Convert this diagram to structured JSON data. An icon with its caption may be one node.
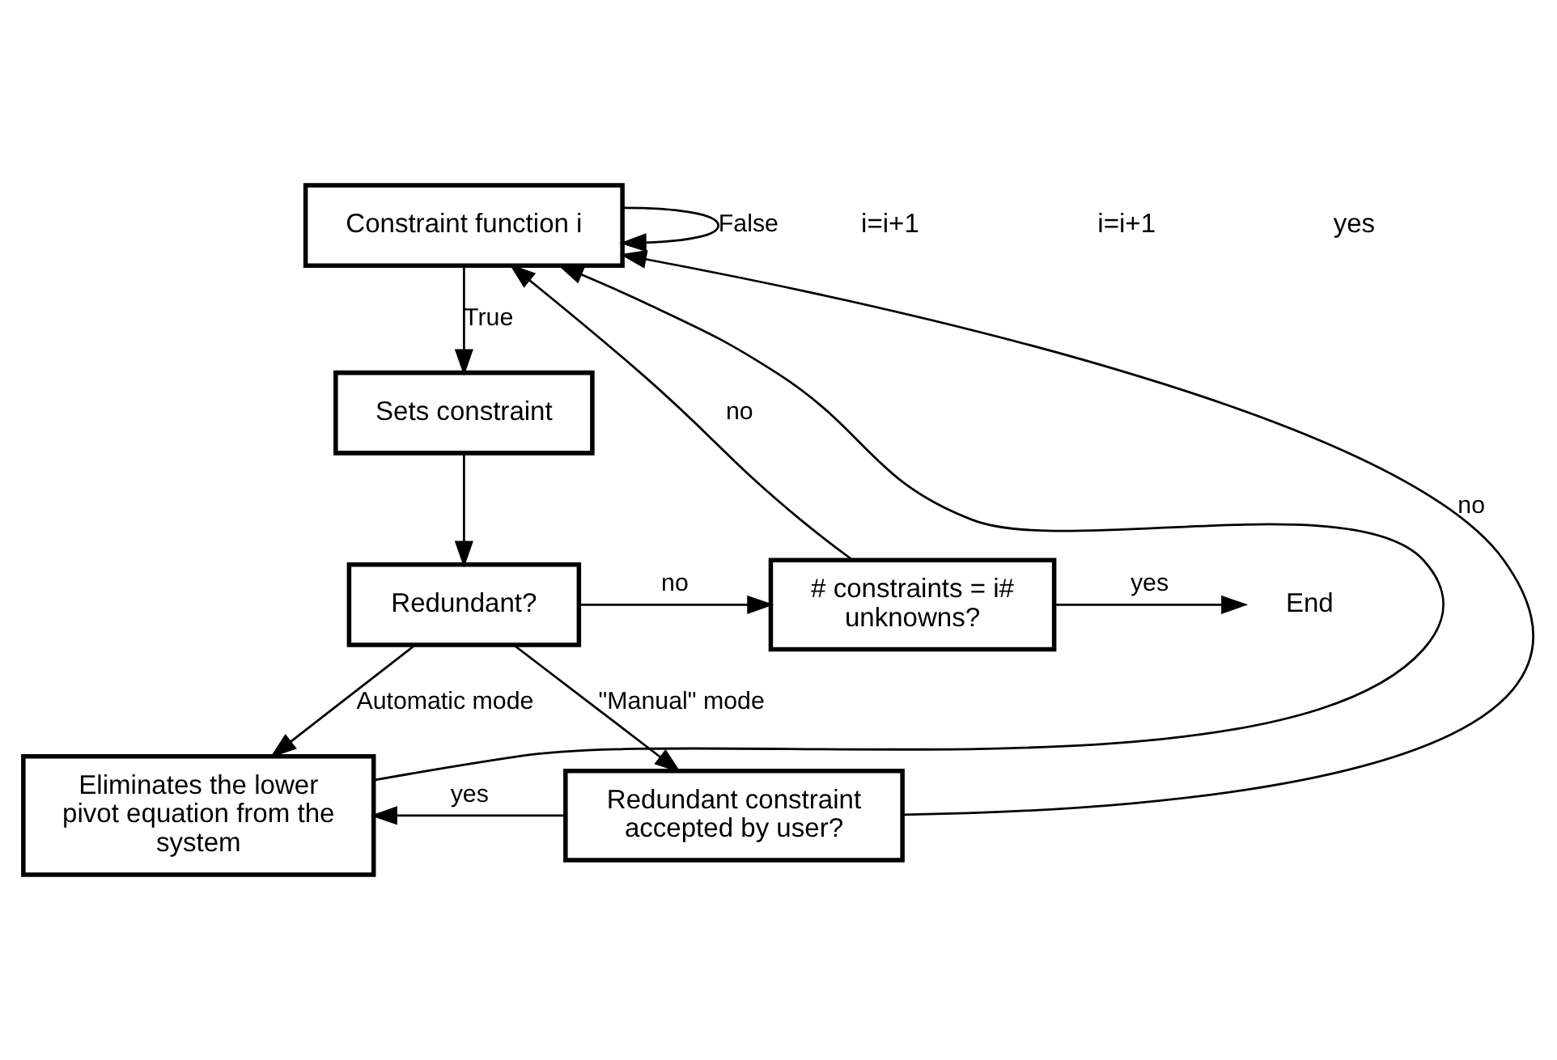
{
  "diagram": {
    "nodes": [
      {
        "text": [
          "Constraint function i"
        ]
      },
      {
        "text": [
          "Sets constraint"
        ]
      },
      {
        "text": [
          "Redundant?"
        ]
      },
      {
        "text": [
          "# constraints = i# unknowns?"
        ]
      },
      {
        "text": [
          "End"
        ]
      },
      {
        "text": [
          "Eliminates the lower pivot equation from the system"
        ]
      },
      {
        "text": [
          "Redundant constraint accepted by user?"
        ]
      }
    ],
    "edges": [
      {
        "from": 0,
        "to": 1,
        "arrow": "to",
        "label": "True"
      },
      {
        "from": 0,
        "to": 0,
        "arrow": "to",
        "label": "False"
      },
      {
        "from": 1,
        "to": 2,
        "arrow": "to"
      },
      {
        "from": 2,
        "to": 3,
        "arrow": "to",
        "label": "no"
      },
      {
        "from": 3,
        "to": 4,
        "arrow": "to",
        "label": "yes"
      },
      {
        "from": 3,
        "to": 0,
        "arrow": "to",
        "label": "no"
      },
      {
        "from": 2,
        "to": 5,
        "arrow": "to",
        "label": "Automatic mode"
      },
      {
        "from": 2,
        "to": 6,
        "arrow": "to",
        "label": "\"Manual\" mode"
      },
      {
        "from": 6,
        "to": 5,
        "arrow": "to",
        "label": "yes"
      },
      {
        "from": 5,
        "to": 0,
        "arrow": "to"
      },
      {
        "from": 6,
        "to": 0,
        "arrow": "to",
        "label": "no"
      }
    ],
    "labels": [
      "i=i+1",
      "i=i+1",
      "yes"
    ]
  }
}
